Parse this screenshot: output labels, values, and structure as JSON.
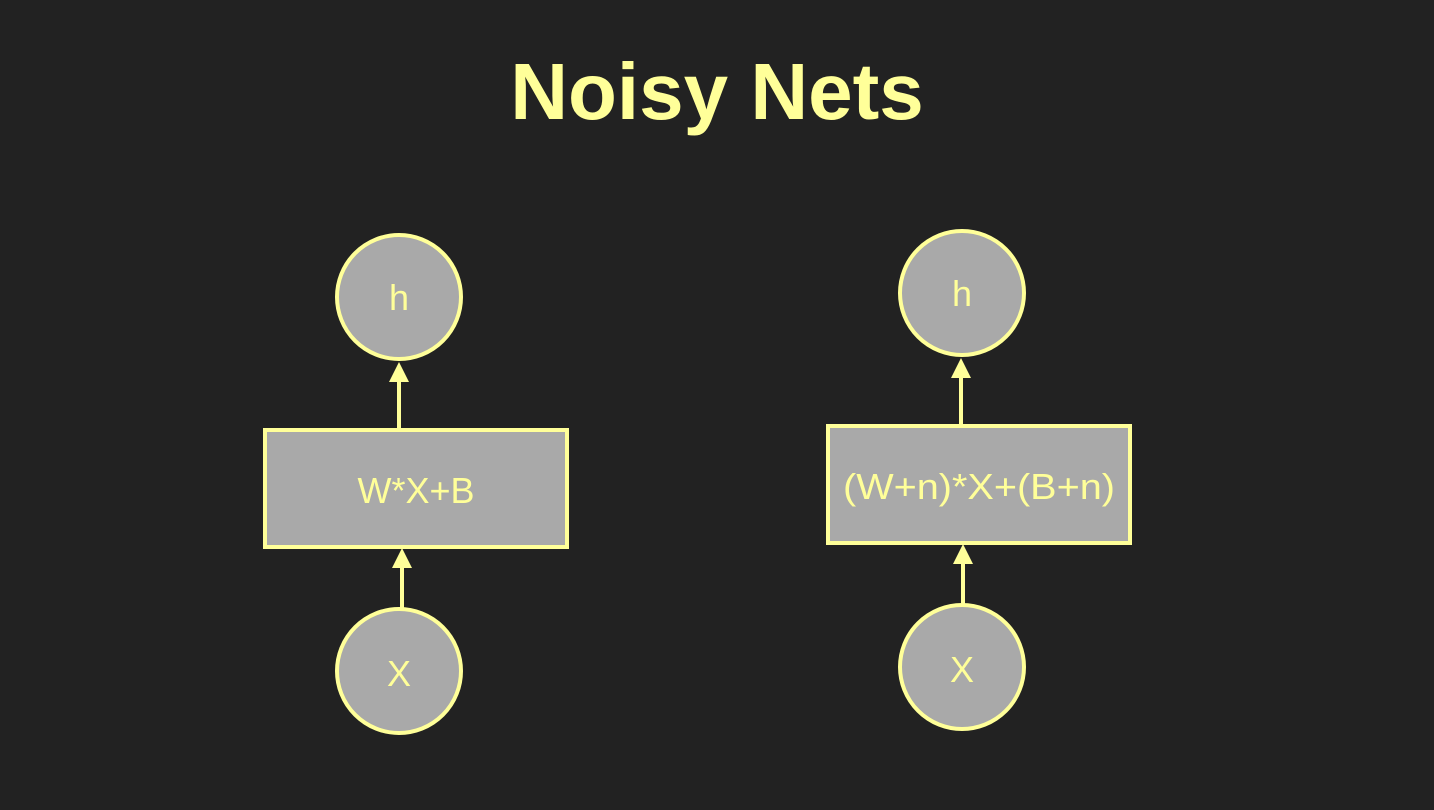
{
  "title": "Noisy Nets",
  "colors": {
    "background": "#222222",
    "accent": "#ffff99",
    "node_fill": "#a9a9a9"
  },
  "diagrams": [
    {
      "output_label": "h",
      "layer_label": "W*X+B",
      "input_label": "X"
    },
    {
      "output_label": "h",
      "layer_label": "(W+n)*X+(B+n)",
      "input_label": "X"
    }
  ]
}
